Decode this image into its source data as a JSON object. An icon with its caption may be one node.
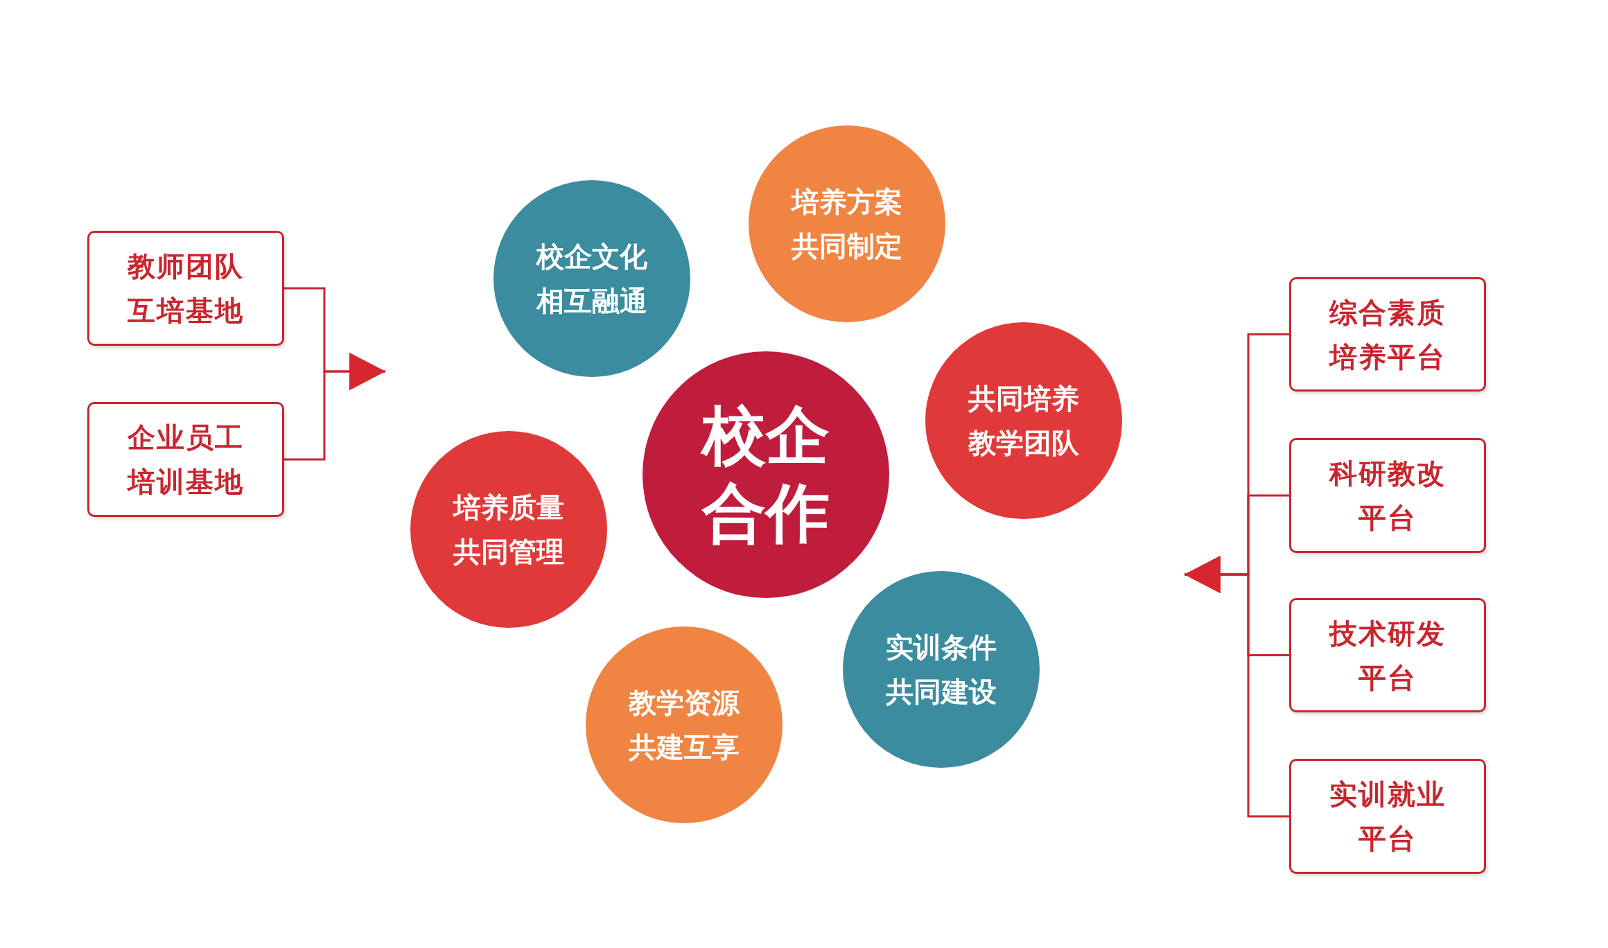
{
  "diagram": {
    "nodes": [
      {
        "text": [
          "教师团队互培基地"
        ]
      },
      {
        "text": [
          "企业员工培训基地"
        ]
      },
      {
        "text": [
          "校企文化相互融通"
        ]
      },
      {
        "text": [
          "培养方案共同制定"
        ]
      },
      {
        "text": [
          "校企合作"
        ]
      },
      {
        "text": [
          "共同培养教学团队"
        ]
      },
      {
        "text": [
          "培养质量共同管理"
        ]
      },
      {
        "text": [
          "实训条件共同建设"
        ]
      },
      {
        "text": [
          "教学资源共建互享"
        ]
      },
      {
        "text": [
          "综合素质培养平台"
        ]
      },
      {
        "text": [
          "科研教改平台"
        ]
      },
      {
        "text": [
          "技术研发平台"
        ]
      },
      {
        "text": [
          "实训就业平台"
        ]
      }
    ],
    "edges": [
      {
        "from": 0,
        "to": null,
        "arrow": "to"
      },
      {
        "from": 1,
        "to": null,
        "arrow": "to"
      },
      {
        "from": 9,
        "to": null,
        "arrow": "to"
      },
      {
        "from": 10,
        "to": null,
        "arrow": "to"
      },
      {
        "from": 11,
        "to": null,
        "arrow": "to"
      },
      {
        "from": 12,
        "to": null,
        "arrow": "to"
      }
    ]
  }
}
